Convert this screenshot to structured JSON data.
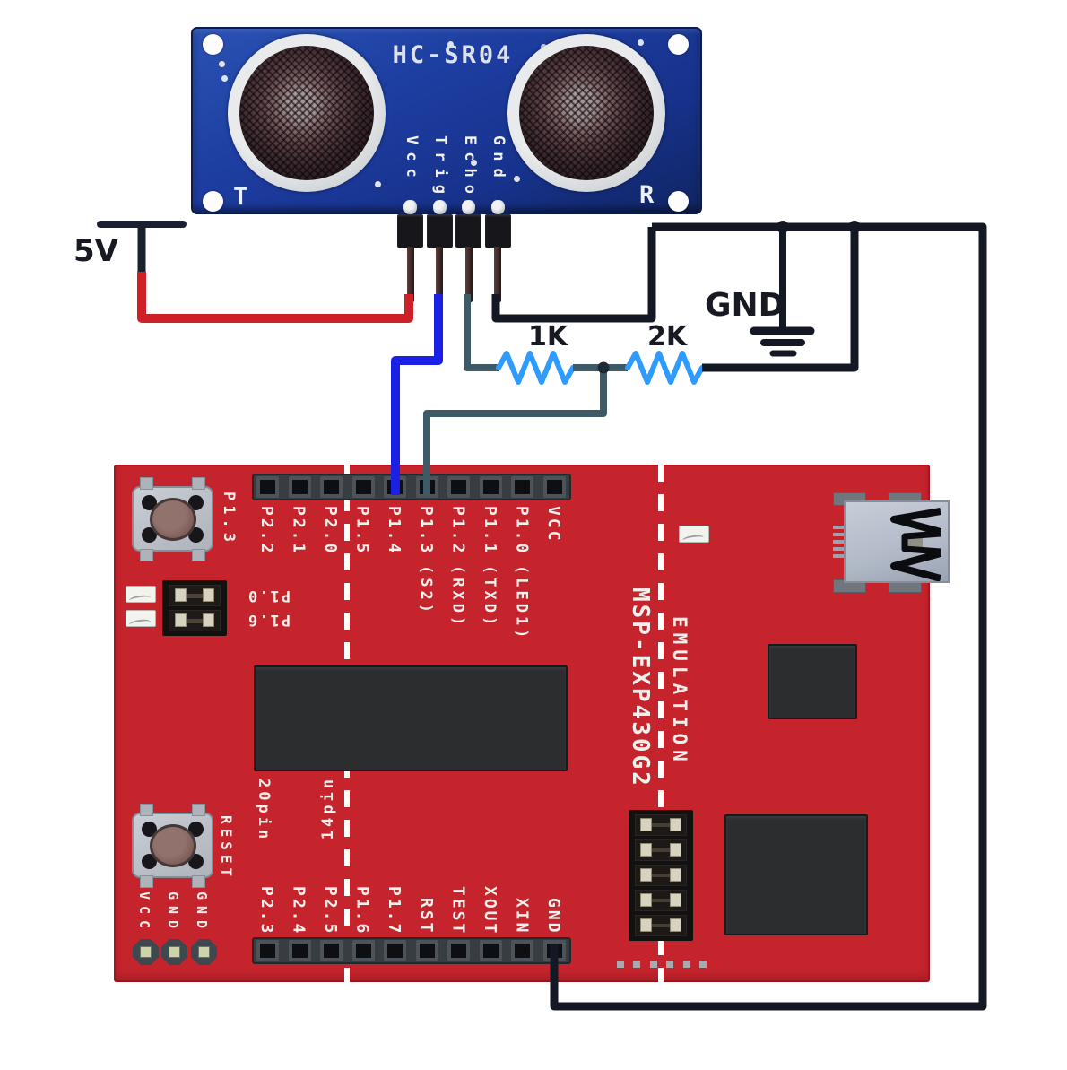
{
  "sensor": {
    "title": "HC-SR04",
    "transmitter_label": "T",
    "receiver_label": "R",
    "pin_labels": [
      "Vcc",
      "Trig",
      "Echo",
      "Gnd"
    ]
  },
  "wiring": {
    "supply_label": "5V",
    "ground_label": "GND",
    "resistor_1_label": "1K",
    "resistor_2_label": "2K",
    "colors": {
      "vcc_wire": "#ce2127",
      "trig_wire": "#1b20e5",
      "echo_wire": "#3d5a66",
      "ground_wire": "#141824",
      "resistor_body": "#2f9bff"
    }
  },
  "launchpad": {
    "silkscreen_line_1": "EMULATION",
    "silkscreen_line_2": "MSP-EXP430G2",
    "board_color": "#c6242d",
    "top_header_pins": [
      "P2.2",
      "P2.1",
      "P2.0",
      "P1.5",
      "P1.4",
      "P1.3",
      "P1.2",
      "P1.1",
      "P1.0",
      "VCC"
    ],
    "top_header_subs": [
      "",
      "",
      "",
      "",
      "",
      "(S2)",
      "(RXD)",
      "(TXD)",
      "(LED1)",
      ""
    ],
    "bottom_header_pins": [
      "P2.3",
      "P2.4",
      "P2.5",
      "P1.6",
      "P1.7",
      "RST",
      "TEST",
      "XOUT",
      "XIN",
      "GND"
    ],
    "user_button_label": "P1.3",
    "reset_button_label": "RESET",
    "jumper_labels": [
      "P1.0",
      "P1.6"
    ],
    "power_pin_labels": [
      "VCC",
      "GND",
      "GND"
    ],
    "section_left_label": "20pin",
    "section_right_label": "14pin"
  }
}
